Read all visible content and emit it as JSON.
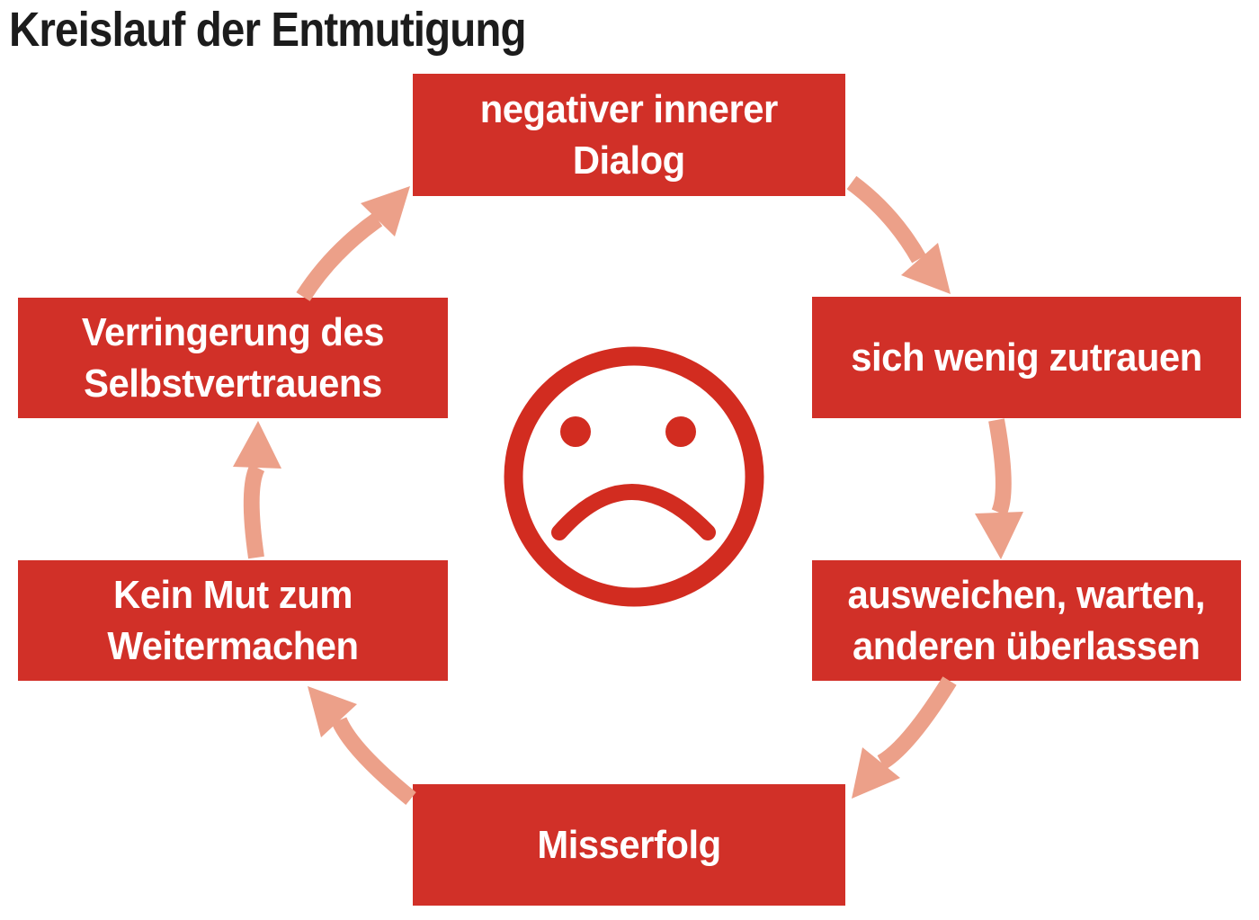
{
  "title": "Kreislauf der Entmutigung",
  "diagram_type": "cycle",
  "center_icon": "sad-face-icon",
  "colors": {
    "box_red": "#d13028",
    "face_red": "#d22c20",
    "arrow": "#eca089",
    "title": "#1c1c1c",
    "box_text": "#ffffff",
    "background": "#ffffff"
  },
  "nodes": [
    {
      "id": "negativer-innerer-dialog",
      "position": "top",
      "label": "negativer innerer\nDialog"
    },
    {
      "id": "sich-wenig-zutrauen",
      "position": "right-upper",
      "label": "sich wenig zutrauen"
    },
    {
      "id": "ausweichen-warten-anderen-ueberlassen",
      "position": "right-lower",
      "label": "ausweichen, warten,\nanderen überlassen"
    },
    {
      "id": "misserfolg",
      "position": "bottom",
      "label": "Misserfolg"
    },
    {
      "id": "kein-mut-zum-weitermachen",
      "position": "left-lower",
      "label": "Kein Mut zum\nWeitermachen"
    },
    {
      "id": "verringerung-des-selbstvertrauens",
      "position": "left-upper",
      "label": "Verringerung des\nSelbstvertrauens"
    }
  ],
  "edges": [
    {
      "from": "negativer-innerer-dialog",
      "to": "sich-wenig-zutrauen"
    },
    {
      "from": "sich-wenig-zutrauen",
      "to": "ausweichen-warten-anderen-ueberlassen"
    },
    {
      "from": "ausweichen-warten-anderen-ueberlassen",
      "to": "misserfolg"
    },
    {
      "from": "misserfolg",
      "to": "kein-mut-zum-weitermachen"
    },
    {
      "from": "kein-mut-zum-weitermachen",
      "to": "verringerung-des-selbstvertrauens"
    },
    {
      "from": "verringerung-des-selbstvertrauens",
      "to": "negativer-innerer-dialog"
    }
  ]
}
